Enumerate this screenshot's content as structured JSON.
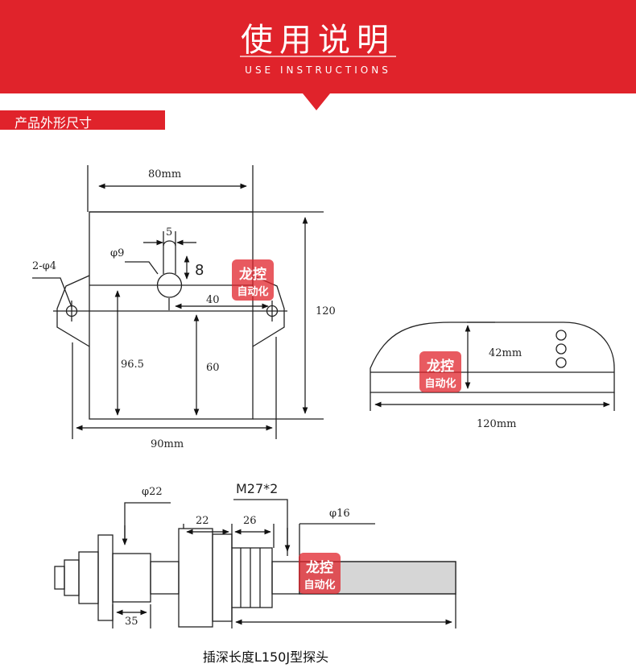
{
  "header": {
    "title": "使用说明",
    "subtitle": "USE INSTRUCTIONS",
    "banner_color": "#e0232b"
  },
  "section": {
    "label": "产品外形尺寸"
  },
  "watermark": {
    "line1": "龙控",
    "line2": "自动化",
    "color": "#e0232b"
  },
  "front_view": {
    "top_width": "80mm",
    "slot_width": "5",
    "slot_diameter": "φ9",
    "slot_depth": "8",
    "holes": "2-φ4",
    "hole_offset": "40",
    "total_height": "120",
    "left_height": "96.5",
    "lower_height": "60",
    "base_width": "90mm"
  },
  "side_view": {
    "height": "42mm",
    "width": "120mm"
  },
  "probe": {
    "flange_diameter": "φ22",
    "thread": "M27*2",
    "nut_width": "22",
    "thread_length": "26",
    "rod_diameter": "φ16",
    "head_length": "35",
    "caption": "插深长度L150J型探头"
  }
}
